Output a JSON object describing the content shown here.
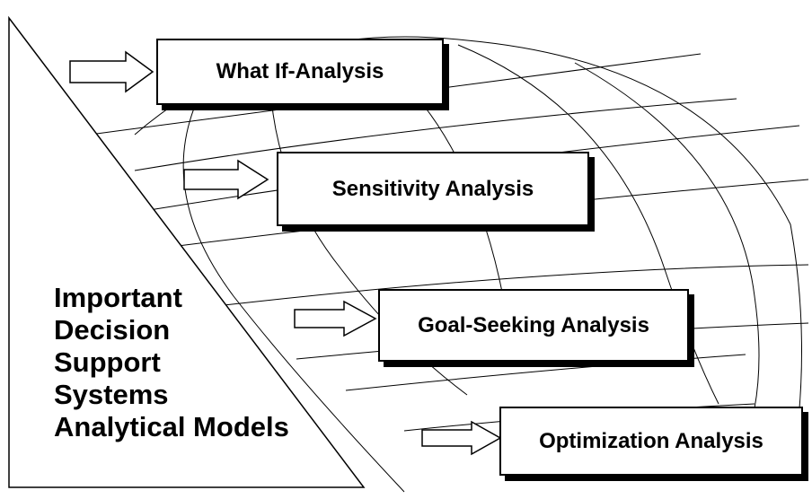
{
  "analyses": [
    "What If-Analysis",
    "Sensitivity Analysis",
    "Goal-Seeking Analysis",
    "Optimization Analysis"
  ],
  "side_title_lines": [
    "Important",
    "Decision",
    "Support",
    "Systems",
    "Analytical Models"
  ],
  "colors": {
    "line": "#000000",
    "background": "#ffffff"
  }
}
